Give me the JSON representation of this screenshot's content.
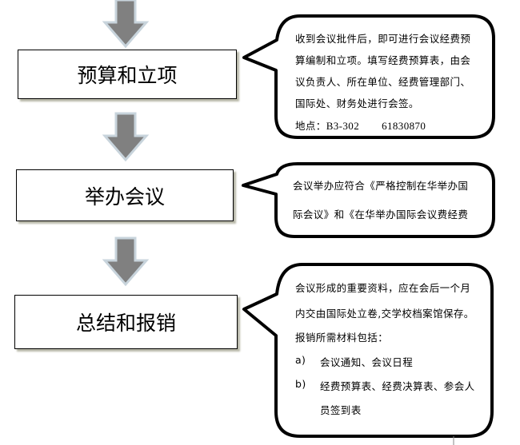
{
  "steps": [
    {
      "label": "预算和立项",
      "note": {
        "lines": [
          "收到会议批件后，即可进行会议经费预",
          "算编制和立项。填写经费预算表，由会",
          "议负责人、所在单位、经费管理部门、",
          "国际处、财务处进行会签。"
        ],
        "location_label": "地点：",
        "location": "B3-302",
        "phone": "61830870"
      }
    },
    {
      "label": "举办会议",
      "note": {
        "lines": [
          "会议举办应符合《严格控制在华举办国",
          "际会议》和《在华举办国际会议费经费"
        ]
      }
    },
    {
      "label": "总结和报销",
      "note": {
        "lines": [
          "会议形成的重要资料，应在会后一个月",
          "内交由国际处立卷,交学校档案馆保存。",
          "报销所需材料包括："
        ],
        "items": [
          {
            "marker": "a)",
            "lines": [
              "会议通知、会议日程"
            ]
          },
          {
            "marker": "b)",
            "lines": [
              "经费预算表、经费决算表、参会人",
              "员签到表"
            ]
          }
        ]
      }
    }
  ],
  "colors": {
    "arrow": "#808080",
    "arrow_outline": "#c8d4dc",
    "border": "#000000"
  }
}
